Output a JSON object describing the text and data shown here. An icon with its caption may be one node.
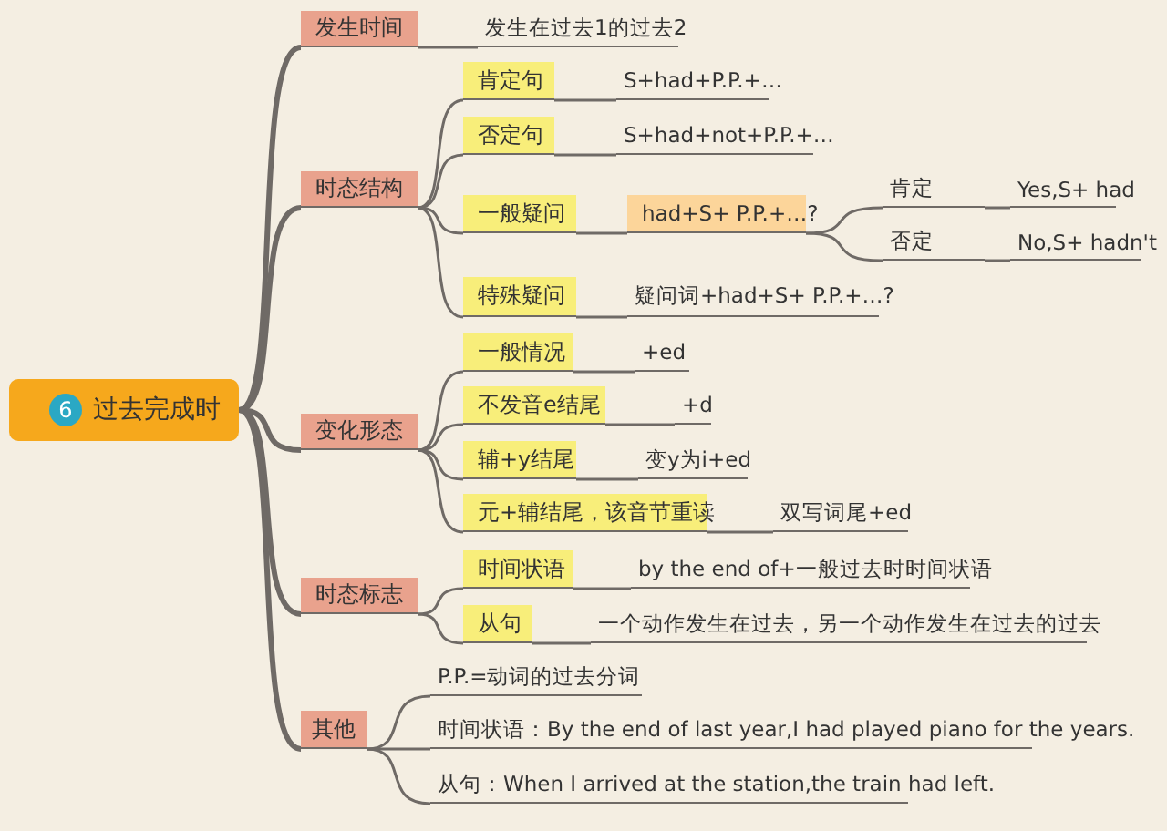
{
  "diagram": {
    "nodes": [
      {
        "text": [
          "6",
          "过去完成时"
        ]
      },
      {
        "text": [
          "发生时间"
        ]
      },
      {
        "text": [
          "发生在过去1的过去2"
        ]
      },
      {
        "text": [
          "时态结构"
        ]
      },
      {
        "text": [
          "肯定句"
        ]
      },
      {
        "text": [
          "S+had+P.P.+…"
        ]
      },
      {
        "text": [
          "否定句"
        ]
      },
      {
        "text": [
          "S+had+not+P.P.+…"
        ]
      },
      {
        "text": [
          "一般疑问"
        ]
      },
      {
        "text": [
          "had+S+ P.P.+…?"
        ]
      },
      {
        "text": [
          "肯定"
        ]
      },
      {
        "text": [
          "Yes,S+ had"
        ]
      },
      {
        "text": [
          "否定"
        ]
      },
      {
        "text": [
          "No,S+ hadn't"
        ]
      },
      {
        "text": [
          "特殊疑问"
        ]
      },
      {
        "text": [
          "疑问词+had+S+ P.P.+…?"
        ]
      },
      {
        "text": [
          "变化形态"
        ]
      },
      {
        "text": [
          "一般情况"
        ]
      },
      {
        "text": [
          "+ed"
        ]
      },
      {
        "text": [
          "不发音e结尾"
        ]
      },
      {
        "text": [
          "+d"
        ]
      },
      {
        "text": [
          "辅+y结尾"
        ]
      },
      {
        "text": [
          "变y为i+ed"
        ]
      },
      {
        "text": [
          "元+辅结尾，该音节重读"
        ]
      },
      {
        "text": [
          "双写词尾+ed"
        ]
      },
      {
        "text": [
          "时态标志"
        ]
      },
      {
        "text": [
          "时间状语"
        ]
      },
      {
        "text": [
          "by the end of+一般过去时时间状语"
        ]
      },
      {
        "text": [
          "从句"
        ]
      },
      {
        "text": [
          "一个动作发生在过去，另一个动作发生在过去的过去"
        ]
      },
      {
        "text": [
          "其他"
        ]
      },
      {
        "text": [
          "P.P.=动词的过去分词"
        ]
      },
      {
        "text": [
          "时间状语：By the end of last year,I had played piano for the years."
        ]
      },
      {
        "text": [
          "从句：When I arrived at the station,the train had left."
        ]
      }
    ],
    "edges": [
      {
        "from": 0,
        "to": 1,
        "arrow": "none",
        "style": "thick"
      },
      {
        "from": 1,
        "to": 2,
        "arrow": "none"
      },
      {
        "from": 0,
        "to": 3,
        "arrow": "none",
        "style": "thick"
      },
      {
        "from": 3,
        "to": 4,
        "arrow": "none"
      },
      {
        "from": 4,
        "to": 5,
        "arrow": "none"
      },
      {
        "from": 3,
        "to": 6,
        "arrow": "none"
      },
      {
        "from": 6,
        "to": 7,
        "arrow": "none"
      },
      {
        "from": 3,
        "to": 8,
        "arrow": "none"
      },
      {
        "from": 8,
        "to": 9,
        "arrow": "none"
      },
      {
        "from": 9,
        "to": 10,
        "arrow": "none"
      },
      {
        "from": 10,
        "to": 11,
        "arrow": "none"
      },
      {
        "from": 9,
        "to": 12,
        "arrow": "none"
      },
      {
        "from": 12,
        "to": 13,
        "arrow": "none"
      },
      {
        "from": 3,
        "to": 14,
        "arrow": "none"
      },
      {
        "from": 14,
        "to": 15,
        "arrow": "none"
      },
      {
        "from": 0,
        "to": 16,
        "arrow": "none",
        "style": "thick"
      },
      {
        "from": 16,
        "to": 17,
        "arrow": "none"
      },
      {
        "from": 17,
        "to": 18,
        "arrow": "none"
      },
      {
        "from": 16,
        "to": 19,
        "arrow": "none"
      },
      {
        "from": 19,
        "to": 20,
        "arrow": "none"
      },
      {
        "from": 16,
        "to": 21,
        "arrow": "none"
      },
      {
        "from": 21,
        "to": 22,
        "arrow": "none"
      },
      {
        "from": 16,
        "to": 23,
        "arrow": "none"
      },
      {
        "from": 23,
        "to": 24,
        "arrow": "none"
      },
      {
        "from": 0,
        "to": 25,
        "arrow": "none",
        "style": "thick"
      },
      {
        "from": 25,
        "to": 26,
        "arrow": "none"
      },
      {
        "from": 26,
        "to": 27,
        "arrow": "none"
      },
      {
        "from": 25,
        "to": 28,
        "arrow": "none"
      },
      {
        "from": 28,
        "to": 29,
        "arrow": "none"
      },
      {
        "from": 0,
        "to": 30,
        "arrow": "none",
        "style": "thick"
      },
      {
        "from": 30,
        "to": 31,
        "arrow": "none"
      },
      {
        "from": 30,
        "to": 32,
        "arrow": "none"
      },
      {
        "from": 30,
        "to": 33,
        "arrow": "none"
      }
    ]
  }
}
